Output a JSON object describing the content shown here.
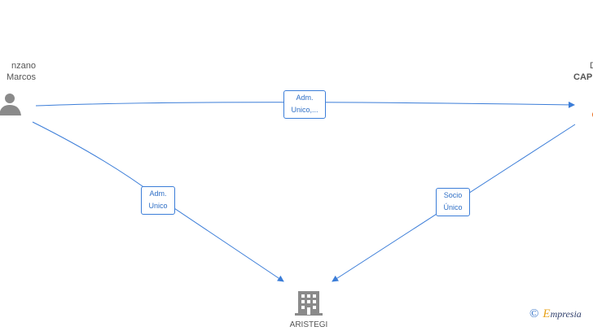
{
  "nodes": {
    "person_left": {
      "line1": "nzano",
      "line2": "Marcos"
    },
    "company_right": {
      "line1": "D",
      "line2": "CAP"
    },
    "company_bottom": {
      "line1": "ARISTEGI"
    }
  },
  "edges": {
    "top": {
      "line1": "Adm.",
      "line2": "Unico,..."
    },
    "left": {
      "line1": "Adm.",
      "line2": "Unico"
    },
    "right": {
      "line1": "Socio",
      "line2": "Único"
    }
  },
  "watermark": {
    "symbol": "©",
    "brand_initial": "E",
    "brand_rest": "mpresia"
  },
  "colors": {
    "edge": "#3b7dd8",
    "icon": "#8a8a8a",
    "text": "#555555"
  }
}
